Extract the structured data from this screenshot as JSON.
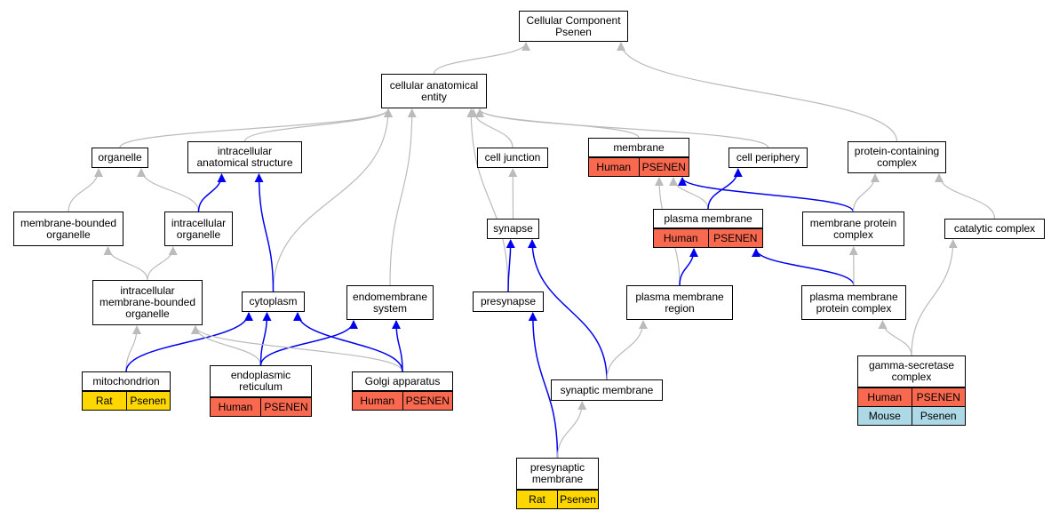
{
  "colors": {
    "isa_edge": "#bbbbbb",
    "partof_edge": "#0000ee",
    "human": "#f9694f",
    "rat": "#ffd700",
    "mouse": "#add8e6"
  },
  "nodes": {
    "cc": {
      "label": "Cellular Component\nPsenen"
    },
    "cae": {
      "label": "cellular anatomical\nentity"
    },
    "organelle": {
      "label": "organelle"
    },
    "ias": {
      "label": "intracellular\nanatomical structure"
    },
    "cell_junction": {
      "label": "cell junction"
    },
    "membrane": {
      "label": "membrane",
      "annotations": [
        {
          "species": "Human",
          "gene": "PSENEN"
        }
      ]
    },
    "cell_periphery": {
      "label": "cell periphery"
    },
    "pcc": {
      "label": "protein-containing\ncomplex"
    },
    "mbo": {
      "label": "membrane-bounded\norganelle"
    },
    "io": {
      "label": "intracellular\norganelle"
    },
    "synapse": {
      "label": "synapse"
    },
    "pm": {
      "label": "plasma membrane",
      "annotations": [
        {
          "species": "Human",
          "gene": "PSENEN"
        }
      ]
    },
    "mpc": {
      "label": "membrane protein\ncomplex"
    },
    "catalytic": {
      "label": "catalytic complex"
    },
    "imbo": {
      "label": "intracellular\nmembrane-bounded\norganelle"
    },
    "cytoplasm": {
      "label": "cytoplasm"
    },
    "endomembrane": {
      "label": "endomembrane\nsystem"
    },
    "presynapse": {
      "label": "presynapse"
    },
    "pmr": {
      "label": "plasma membrane\nregion"
    },
    "pmpc": {
      "label": "plasma membrane\nprotein complex"
    },
    "mito": {
      "label": "mitochondrion",
      "annotations": [
        {
          "species": "Rat",
          "gene": "Psenen"
        }
      ]
    },
    "er": {
      "label": "endoplasmic\nreticulum",
      "annotations": [
        {
          "species": "Human",
          "gene": "PSENEN"
        }
      ]
    },
    "golgi": {
      "label": "Golgi apparatus",
      "annotations": [
        {
          "species": "Human",
          "gene": "PSENEN"
        }
      ]
    },
    "syn_mem": {
      "label": "synaptic membrane"
    },
    "gsc": {
      "label": "gamma-secretase\ncomplex",
      "annotations": [
        {
          "species": "Human",
          "gene": "PSENEN"
        },
        {
          "species": "Mouse",
          "gene": "Psenen"
        }
      ]
    },
    "presyn_mem": {
      "label": "presynaptic\nmembrane",
      "annotations": [
        {
          "species": "Rat",
          "gene": "Psenen"
        }
      ]
    }
  },
  "edges": [
    {
      "from": "cae",
      "to": "cc",
      "type": "is_a"
    },
    {
      "from": "pcc",
      "to": "cc",
      "type": "is_a"
    },
    {
      "from": "organelle",
      "to": "cae",
      "type": "is_a"
    },
    {
      "from": "ias",
      "to": "cae",
      "type": "is_a"
    },
    {
      "from": "cell_junction",
      "to": "cae",
      "type": "is_a"
    },
    {
      "from": "membrane",
      "to": "cae",
      "type": "is_a"
    },
    {
      "from": "cell_periphery",
      "to": "cae",
      "type": "is_a"
    },
    {
      "from": "cytoplasm",
      "to": "cae",
      "type": "is_a"
    },
    {
      "from": "endomembrane",
      "to": "cae",
      "type": "is_a"
    },
    {
      "from": "presynapse",
      "to": "cae",
      "type": "is_a"
    },
    {
      "from": "mbo",
      "to": "organelle",
      "type": "is_a"
    },
    {
      "from": "io",
      "to": "organelle",
      "type": "is_a"
    },
    {
      "from": "io",
      "to": "ias",
      "type": "part_of"
    },
    {
      "from": "cytoplasm",
      "to": "ias",
      "type": "part_of"
    },
    {
      "from": "synapse",
      "to": "cell_junction",
      "type": "is_a"
    },
    {
      "from": "pm",
      "to": "membrane",
      "type": "is_a"
    },
    {
      "from": "pm",
      "to": "cell_periphery",
      "type": "part_of"
    },
    {
      "from": "mpc",
      "to": "membrane",
      "type": "part_of"
    },
    {
      "from": "pmr",
      "to": "membrane",
      "type": "is_a"
    },
    {
      "from": "mpc",
      "to": "pcc",
      "type": "is_a"
    },
    {
      "from": "catalytic",
      "to": "pcc",
      "type": "is_a"
    },
    {
      "from": "imbo",
      "to": "mbo",
      "type": "is_a"
    },
    {
      "from": "imbo",
      "to": "io",
      "type": "is_a"
    },
    {
      "from": "presynapse",
      "to": "synapse",
      "type": "part_of"
    },
    {
      "from": "syn_mem",
      "to": "synapse",
      "type": "part_of"
    },
    {
      "from": "pmr",
      "to": "pm",
      "type": "part_of"
    },
    {
      "from": "pmpc",
      "to": "pm",
      "type": "part_of"
    },
    {
      "from": "pmpc",
      "to": "mpc",
      "type": "is_a"
    },
    {
      "from": "mito",
      "to": "imbo",
      "type": "is_a"
    },
    {
      "from": "mito",
      "to": "cytoplasm",
      "type": "part_of"
    },
    {
      "from": "er",
      "to": "imbo",
      "type": "is_a"
    },
    {
      "from": "er",
      "to": "cytoplasm",
      "type": "part_of"
    },
    {
      "from": "er",
      "to": "endomembrane",
      "type": "part_of"
    },
    {
      "from": "golgi",
      "to": "imbo",
      "type": "is_a"
    },
    {
      "from": "golgi",
      "to": "cytoplasm",
      "type": "part_of"
    },
    {
      "from": "golgi",
      "to": "endomembrane",
      "type": "part_of"
    },
    {
      "from": "syn_mem",
      "to": "pmr",
      "type": "is_a"
    },
    {
      "from": "presyn_mem",
      "to": "presynapse",
      "type": "part_of"
    },
    {
      "from": "presyn_mem",
      "to": "syn_mem",
      "type": "is_a"
    },
    {
      "from": "gsc",
      "to": "pmpc",
      "type": "is_a"
    },
    {
      "from": "gsc",
      "to": "catalytic",
      "type": "is_a"
    }
  ]
}
